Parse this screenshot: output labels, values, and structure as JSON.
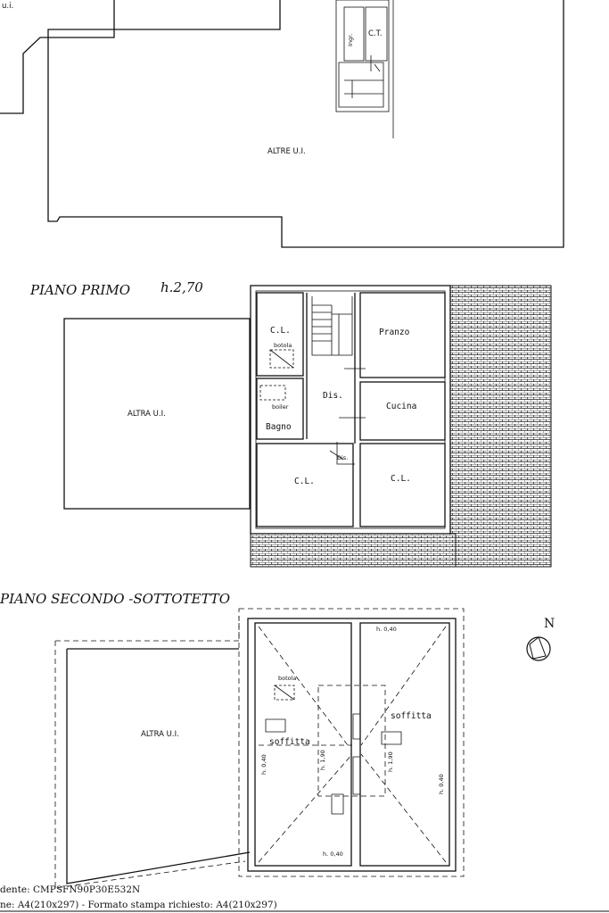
{
  "top_plan": {
    "corner_label": "u.i.",
    "room_ingr": "Ingr.",
    "room_ct": "C.T.",
    "other_units": "ALTRE U.I."
  },
  "first_floor": {
    "title": "PIANO PRIMO",
    "height": "h.2,70",
    "other_unit": "ALTRA U.I.",
    "rooms": {
      "cl_top": "C.L.",
      "botola": "botola",
      "pranzo": "Pranzo",
      "dis": "Dis.",
      "cucina": "Cucina",
      "bagno": "Bagno",
      "boiler": "boiler",
      "cl_left": "C.L.",
      "cl_right": "C.L.",
      "dis_small": "Dis."
    }
  },
  "second_floor": {
    "title": "PIANO SECONDO -SOTTOTETTO",
    "other_unit": "ALTRA U.I.",
    "botola": "botola",
    "soffitta_left": "soffitta",
    "soffitta_right": "soffitta",
    "h_top": "h. 0,40",
    "h_bottom": "h. 0,40",
    "h_left": "h. 0,40",
    "h_right": "h. 0,40",
    "h_center_left": "h. 1,90",
    "h_center_right": "h. 1,90"
  },
  "north_label": "N",
  "footer": {
    "line1": "dente: CMPSFN90P30E532N",
    "line2": "ne: A4(210x297)  - Formato stampa richiesto: A4(210x297)"
  }
}
